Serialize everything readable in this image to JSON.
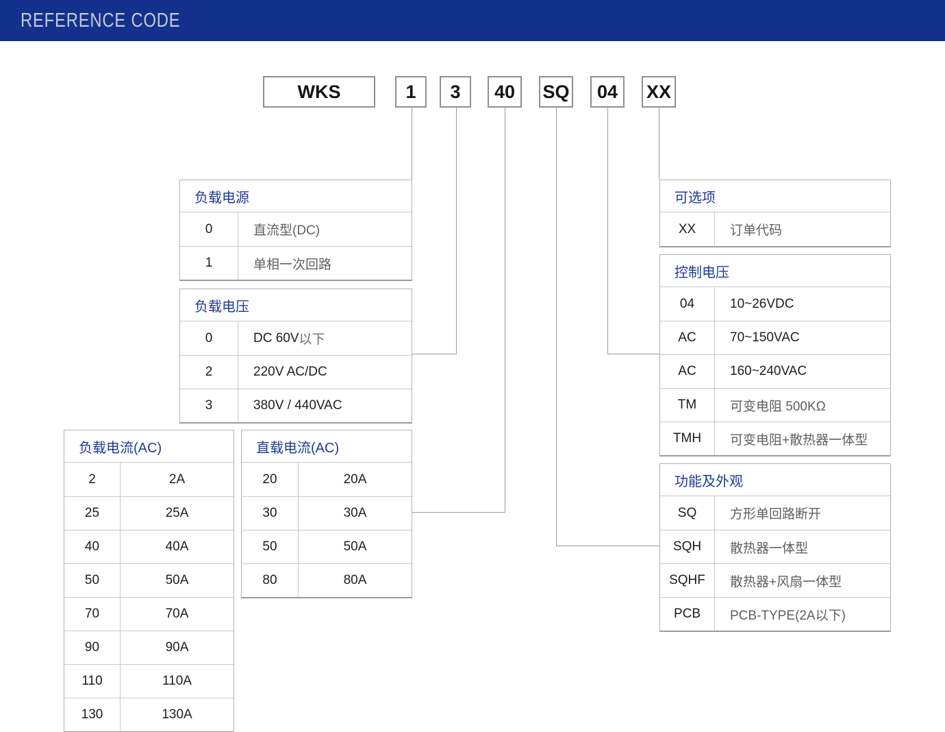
{
  "header": {
    "title": "REFERENCE CODE"
  },
  "colors": {
    "header_bg": "#13308d",
    "accent": "#1e3a96"
  },
  "code": {
    "segments": [
      {
        "label": "WKS"
      },
      {
        "label": "1"
      },
      {
        "label": "3"
      },
      {
        "label": "40"
      },
      {
        "label": "SQ"
      },
      {
        "label": "04"
      },
      {
        "label": "XX"
      }
    ]
  },
  "tables": {
    "load_power": {
      "title": "负载电源",
      "rows": [
        {
          "code": "0",
          "desc": "直流型(DC)",
          "muted": true
        },
        {
          "code": "1",
          "desc": "单相一次回路",
          "muted": true
        }
      ]
    },
    "load_voltage": {
      "title": "负载电压",
      "rows": [
        {
          "code": "0",
          "desc": "DC 60V ",
          "suffix": "以下"
        },
        {
          "code": "2",
          "desc": "220V AC/DC"
        },
        {
          "code": "3",
          "desc": "380V / 440VAC"
        }
      ]
    },
    "load_current_ac": {
      "title": "负载电流(AC)",
      "rows": [
        {
          "code": "2",
          "desc": "2A"
        },
        {
          "code": "25",
          "desc": "25A"
        },
        {
          "code": "40",
          "desc": "40A"
        },
        {
          "code": "50",
          "desc": "50A"
        },
        {
          "code": "70",
          "desc": "70A"
        },
        {
          "code": "90",
          "desc": "90A"
        },
        {
          "code": "110",
          "desc": "110A"
        },
        {
          "code": "130",
          "desc": "130A"
        }
      ]
    },
    "direct_current_ac": {
      "title": "直载电流(AC)",
      "rows": [
        {
          "code": "20",
          "desc": "20A"
        },
        {
          "code": "30",
          "desc": "30A"
        },
        {
          "code": "50",
          "desc": "50A"
        },
        {
          "code": "80",
          "desc": "80A"
        }
      ]
    },
    "options": {
      "title": "可选项",
      "rows": [
        {
          "code": "XX",
          "desc": "订单代码",
          "muted": true
        }
      ]
    },
    "control_voltage": {
      "title": "控制电压",
      "rows": [
        {
          "code": "04",
          "desc": "10~26VDC"
        },
        {
          "code": "AC",
          "desc": "70~150VAC"
        },
        {
          "code": "AC",
          "desc": "160~240VAC"
        },
        {
          "code": "TM",
          "desc": "可变电阻 500KΩ",
          "muted": true
        },
        {
          "code": "TMH",
          "desc": "可变电阻+散热器一体型",
          "muted": true
        }
      ]
    },
    "function_appearance": {
      "title": "功能及外观",
      "rows": [
        {
          "code": "SQ",
          "desc": "方形单回路断开",
          "muted": true
        },
        {
          "code": "SQH",
          "desc": "散热器一体型",
          "muted": true
        },
        {
          "code": "SQHF",
          "desc": "散热器+风扇一体型",
          "muted": true
        },
        {
          "code": "PCB",
          "desc": "PCB-TYPE(2A以下)",
          "muted": true
        }
      ]
    }
  }
}
